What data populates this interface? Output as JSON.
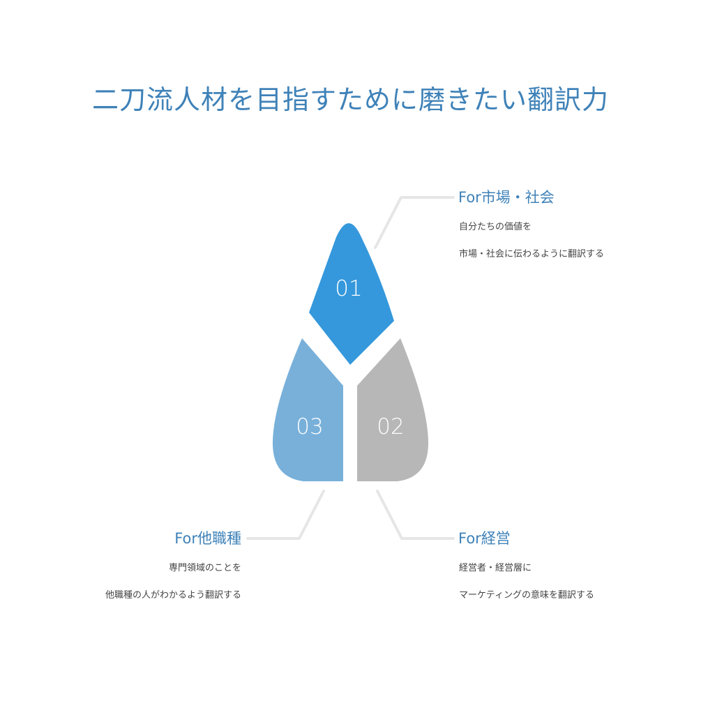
{
  "title": "二刀流人材を目指すために磨きたい翻訳力",
  "segments": [
    {
      "label": "01",
      "color": "#3598dc"
    },
    {
      "label": "02",
      "color": "#b7b7b7"
    },
    {
      "label": "03",
      "color": "#78b0da"
    }
  ],
  "connector_color": "#e6e6e6",
  "items": {
    "market": {
      "title": "For市場・社会",
      "lines": [
        "自分たちの価値を",
        "市場・社会に伝わるように翻訳する"
      ]
    },
    "management": {
      "title": "For経営",
      "lines": [
        "経営者・経営層に",
        "マーケティングの意味を翻訳する"
      ]
    },
    "other_jobs": {
      "title": "For他職種",
      "lines": [
        "専門領域のことを",
        "他職種の人がわかるよう翻訳する"
      ]
    }
  }
}
